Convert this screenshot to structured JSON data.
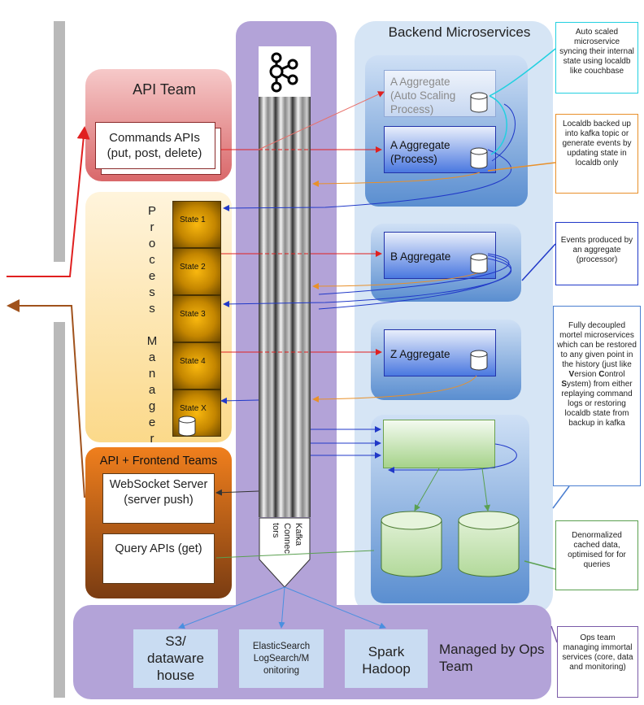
{
  "api_team": {
    "title": "API Team",
    "commands_label": "Commands APIs (put, post, delete)"
  },
  "process_manager": {
    "title_letters": [
      "P",
      "r",
      "o",
      "c",
      "e",
      "s",
      "s",
      "",
      "M",
      "a",
      "n",
      "a",
      "g",
      "e",
      "r"
    ],
    "states": [
      "State 1",
      "State 2",
      "State 3",
      "State 4",
      "State X"
    ]
  },
  "frontend_teams": {
    "title": "API + Frontend Teams",
    "websocket_label": "WebSocket Server (server push)",
    "query_label": "Query APIs (get)"
  },
  "kafka": {
    "connectors_label": "Kafka Connectors",
    "connectors_col1": "Kafka",
    "connectors_col2": "Connec",
    "connectors_col3": "tors",
    "logo_icon": "kafka-logo-icon"
  },
  "backend": {
    "title": "Backend Microservices",
    "a_autoscaling": "A Aggregate (Auto Scaling Process)",
    "a_process": "A Aggregate (Process)",
    "b_aggregate": "B Aggregate",
    "z_aggregate": "Z Aggregate"
  },
  "callouts": {
    "auto_scaled": "Auto scaled microservice syncing their internal state using localdb like couchbase",
    "localdb_backup": "Localdb backed up into kafka topic or generate events by updating state in localdb only",
    "events": "Events produced by an aggregate (processor)",
    "decoupled_pre": "Fully decoupled mortel microservices which can be restored to any given point in the history (just like ",
    "decoupled_v": "V",
    "decoupled_ersion": "ersion ",
    "decoupled_c": "C",
    "decoupled_ontrol": "ontrol ",
    "decoupled_s": "S",
    "decoupled_ystem": "ystem",
    "decoupled_post": ") from either replaying command logs or restoring localdb state from backup in kafka",
    "denormalized": "Denormalized cached data, optimised for for queries",
    "ops_team": "Ops team managing immortal services (core, data and monitoring)"
  },
  "ops": {
    "title": "Managed by Ops Team",
    "s3": "S3/ dataware house",
    "elastic": "ElasticSearch LogSearch/M onitoring",
    "spark": "Spark Hadoop"
  },
  "colors": {
    "command_arrow": "#e02020",
    "response_arrow": "#a0521c",
    "event_arrow": "#2038c8",
    "backup_arrow": "#e8902a",
    "cyan": "#22d0e0"
  }
}
